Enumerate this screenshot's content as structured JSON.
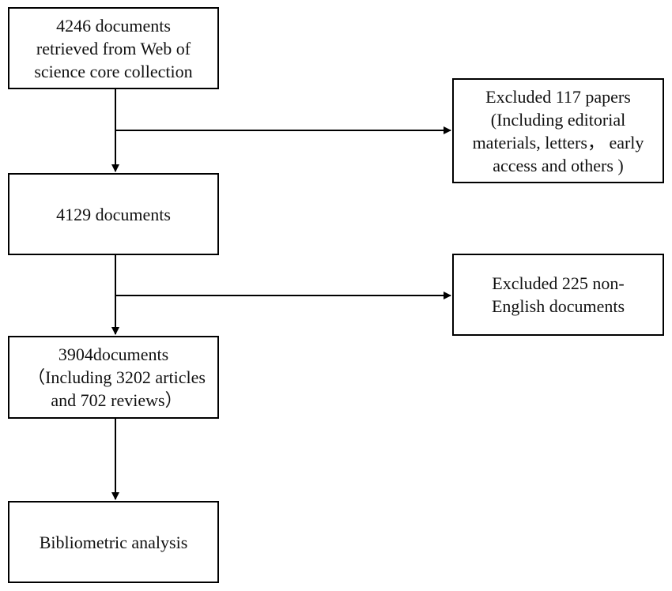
{
  "boxes": {
    "retrieved": [
      "4246 documents",
      "retrieved from Web of",
      "science core collection"
    ],
    "after_first_exclusion": [
      "4129 documents"
    ],
    "final_set": [
      "3904documents",
      "（Including 3202 articles",
      "and 702 reviews）"
    ],
    "analysis": [
      "Bibliometric analysis"
    ],
    "exclusion_1": [
      "Excluded 117 papers",
      "(Including editorial",
      "materials, letters， early",
      "access and others )"
    ],
    "exclusion_2": [
      "Excluded 225 non-",
      "English documents"
    ]
  },
  "colors": {
    "stroke": "#000000",
    "background": "#ffffff",
    "text": "#111111"
  }
}
